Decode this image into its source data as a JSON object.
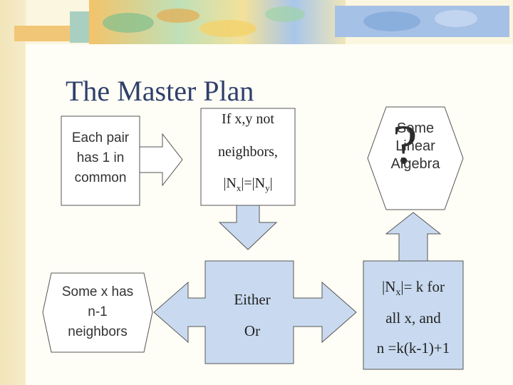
{
  "title": "The Master Plan",
  "boxes": {
    "pair_common": [
      "Each pair",
      "has 1 in",
      "common"
    ],
    "if_not_neighbors": {
      "line1": "If x,y not",
      "line2": "neighbors,",
      "line3": {
        "a": "|N",
        "sub1": "x",
        "b": "|=|N",
        "sub2": "y",
        "c": "|"
      }
    },
    "linear_algebra": [
      "Some",
      "Linear",
      "Algebra"
    ],
    "question_mark": "?",
    "some_x": [
      "Some x has",
      "n-1",
      "neighbors"
    ],
    "either_or": [
      "Either",
      "Or"
    ],
    "k_for_all": {
      "line1": {
        "a": "|N",
        "sub": "x",
        "b": "|= k for"
      },
      "line2": "all x, and",
      "line3": "n =k(k-1)+1"
    }
  },
  "colors": {
    "title": "#2f3f6b",
    "arrow_fill": "#c9daf0",
    "stroke": "#555555"
  }
}
